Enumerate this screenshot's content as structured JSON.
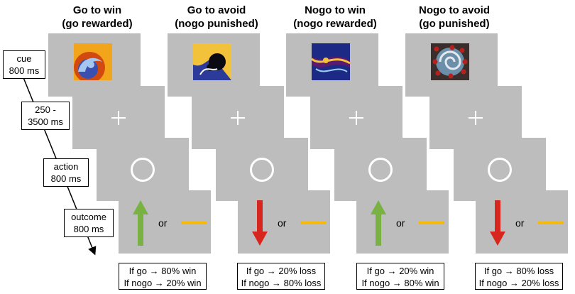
{
  "conditions": [
    {
      "title": "Go to win",
      "subtitle": "(go rewarded)",
      "fractal_icon": "fractal-orange-swirl",
      "fractal_colors": [
        "#f2a51a",
        "#d24a10",
        "#3b4fb0",
        "#a6c6f2"
      ],
      "outcome_arrow": "up",
      "outcome_arrow_color": "#79b143",
      "or_text": "or",
      "dash_color": "#f4b90a",
      "outcome_line1": "If go → 80% win",
      "outcome_line2": "If nogo → 20% win"
    },
    {
      "title": "Go to avoid",
      "subtitle": "(nogo punished)",
      "fractal_icon": "fractal-black-gold",
      "fractal_colors": [
        "#f2c23a",
        "#0a0a12",
        "#2c3a9a",
        "#ffffff"
      ],
      "outcome_arrow": "down",
      "outcome_arrow_color": "#d7261e",
      "or_text": "or",
      "dash_color": "#f4b90a",
      "outcome_line1": "If go → 20% loss",
      "outcome_line2": "If nogo → 80% loss"
    },
    {
      "title": "Nogo to win",
      "subtitle": "(nogo rewarded)",
      "fractal_icon": "fractal-blue-tendrils",
      "fractal_colors": [
        "#1c2a86",
        "#5a1a6e",
        "#f2c23a",
        "#9ad0f5"
      ],
      "outcome_arrow": "up",
      "outcome_arrow_color": "#79b143",
      "or_text": "or",
      "dash_color": "#f4b90a",
      "outcome_line1": "If go → 20% win",
      "outcome_line2": "If nogo → 80% win"
    },
    {
      "title": "Nogo to avoid",
      "subtitle": "(go punished)",
      "fractal_icon": "fractal-red-spiral",
      "fractal_colors": [
        "#3a2e2c",
        "#b5221e",
        "#e2e8ee",
        "#6b8fa8"
      ],
      "outcome_arrow": "down",
      "outcome_arrow_color": "#d7261e",
      "or_text": "or",
      "dash_color": "#f4b90a",
      "outcome_line1": "If go → 80% loss",
      "outcome_line2": "If nogo → 20% loss"
    }
  ],
  "phases": [
    {
      "line1": "cue",
      "line2": "800 ms"
    },
    {
      "line1": "250 -",
      "line2": "3500 ms"
    },
    {
      "line1": "action",
      "line2": "800 ms"
    },
    {
      "line1": "outcome",
      "line2": "800 ms"
    }
  ],
  "colors": {
    "screen": "#bdbdbd",
    "win_arrow": "#79b143",
    "loss_arrow": "#d7261e",
    "neutral_dash": "#f4b90a"
  }
}
